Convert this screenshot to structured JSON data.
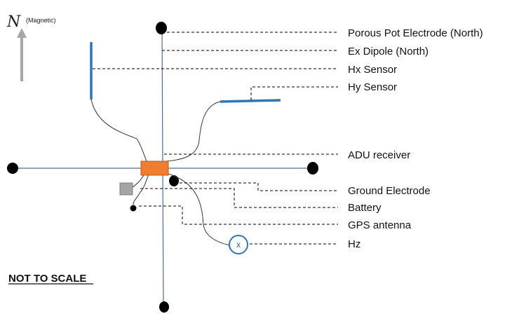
{
  "north": {
    "letter": "N",
    "subscript": "(Magnetic)"
  },
  "labels": {
    "porous_pot": "Porous Pot Electrode (North)",
    "ex_dipole": "Ex Dipole (North)",
    "hx_sensor": "Hx Sensor",
    "hy_sensor": "Hy Sensor",
    "adu": "ADU receiver",
    "ground": "Ground Electrode",
    "battery": "Battery",
    "gps": "GPS antenna",
    "hz": "Hz"
  },
  "hz_symbol": "x",
  "scale_note": "NOT TO SCALE",
  "colors": {
    "wire": "#4a6d96",
    "sensor": "#2e75b6",
    "adu": "#ed7d31",
    "battery": "#a5a5a5",
    "arrow": "#a6a6a6",
    "electrode": "#000000",
    "leader": "#000000"
  }
}
